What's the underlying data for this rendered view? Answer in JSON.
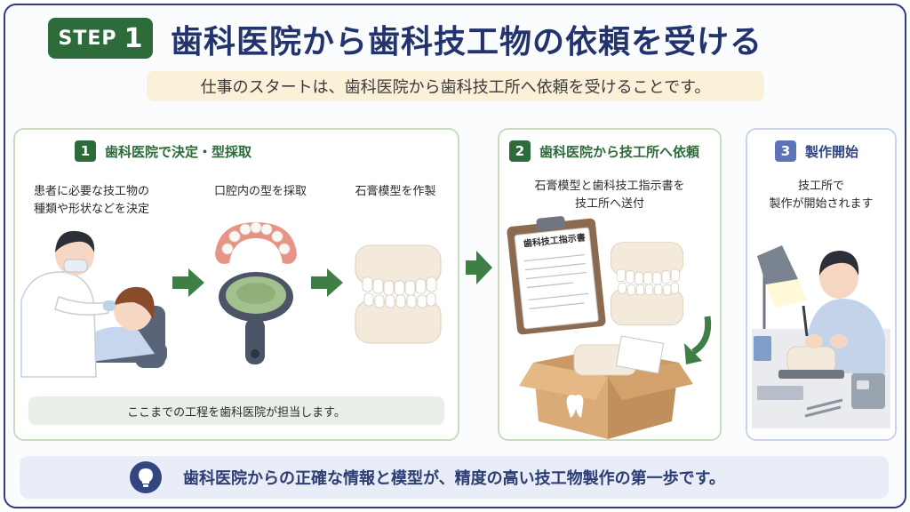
{
  "header": {
    "step_word": "STEP",
    "step_num": "1",
    "title": "歯科医院から歯科技工物の依頼を受ける",
    "subtitle": "仕事のスタートは、歯科医院から歯科技工所へ依頼を受けることです。"
  },
  "cards": [
    {
      "num": "1",
      "title": "歯科医院で決定・型採取",
      "steps": [
        {
          "caption_line1": "患者に必要な技工物の",
          "caption_line2": "種類や形状などを決定"
        },
        {
          "caption_line1": "口腔内の型を採取"
        },
        {
          "caption_line1": "石膏模型を作製"
        }
      ],
      "note": "ここまでの工程を歯科医院が担当します。"
    },
    {
      "num": "2",
      "title": "歯科医院から技工所へ依頼",
      "caption_line1": "石膏模型と歯科技工指示書を",
      "caption_line2": "技工所へ送付",
      "clipboard_title": "歯科技工指示書"
    },
    {
      "num": "3",
      "title": "製作開始",
      "caption_line1": "技工所で",
      "caption_line2": "製作が開始されます"
    }
  ],
  "bottom": {
    "icon": "lightbulb-icon",
    "text": "歯科医院からの正確な情報と模型が、精度の高い技工物製作の第一歩です。"
  },
  "colors": {
    "navy": "#22336e",
    "green": "#2d6b3b",
    "blue_accent": "#5f74b8",
    "subtitle_bg": "#fbf1d8"
  }
}
